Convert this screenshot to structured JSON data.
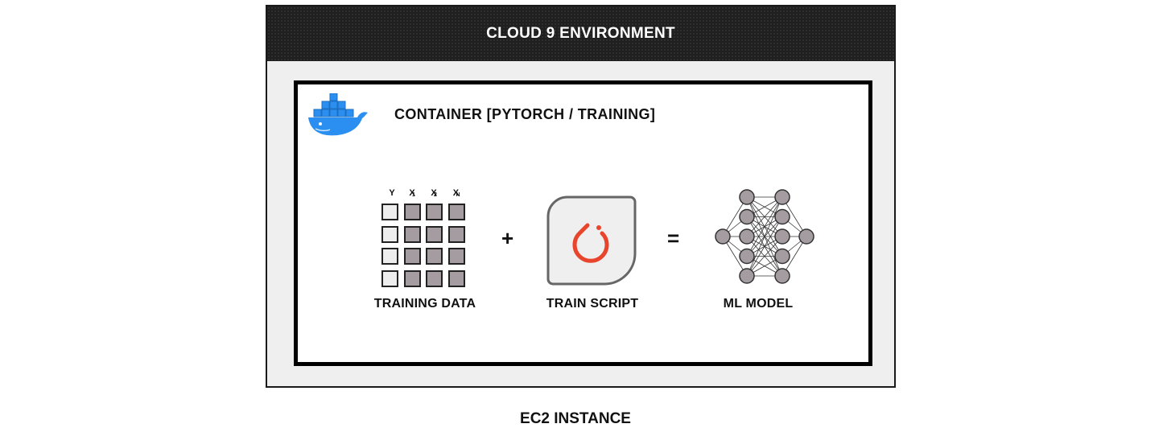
{
  "environment": {
    "title": "CLOUD 9 ENVIRONMENT"
  },
  "container": {
    "title": "CONTAINER [PYTORCH / TRAINING]",
    "logo_icon": "docker-whale-icon",
    "logo_color": "#2a8ff0"
  },
  "training_data": {
    "columns": [
      {
        "name": "Y",
        "sub": ""
      },
      {
        "name": "X",
        "sub": "1"
      },
      {
        "name": "X",
        "sub": "2"
      },
      {
        "name": "X",
        "sub": "N"
      }
    ],
    "rows": 4,
    "label": "TRAINING DATA"
  },
  "plus_operator": "+",
  "equals_operator": "=",
  "train_script": {
    "label": "TRAIN SCRIPT",
    "icon": "pytorch-icon",
    "icon_color": "#e8452c"
  },
  "ml_model": {
    "label": "ML MODEL",
    "layers": [
      1,
      5,
      5,
      1
    ],
    "node_color": "#a49ca1"
  },
  "instance": {
    "label": "EC2 INSTANCE"
  },
  "colors": {
    "header_bg": "#1f1f1f",
    "panel_bg": "#efefef",
    "target_cell": "#ededed",
    "feature_cell": "#a49ca1"
  }
}
